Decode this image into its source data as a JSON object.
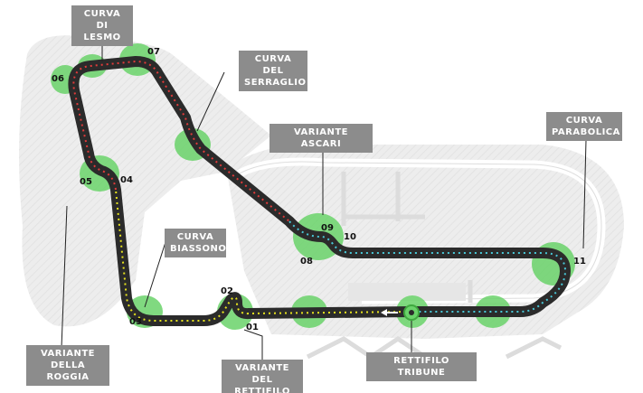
{
  "map": {
    "corner_labels": [
      {
        "line1": "CURVA DI",
        "line2": "LESMO"
      },
      {
        "line1": "CURVA DEL",
        "line2": "SERRAGLIO"
      },
      {
        "line1": "VARIANTE  ASCARI",
        "line2": ""
      },
      {
        "line1": "CURVA",
        "line2": "PARABOLICA"
      },
      {
        "line1": "CURVA",
        "line2": "BIASSONO"
      },
      {
        "line1": "VARIANTE",
        "line2": "DELLA ROGGIA"
      },
      {
        "line1": "VARIANTE DEL",
        "line2": "RETTIFILO"
      },
      {
        "line1": "RETTIFILO TRIBUNE",
        "line2": ""
      }
    ],
    "turns": [
      "01",
      "02",
      "03",
      "04",
      "05",
      "06",
      "07",
      "08",
      "09",
      "10",
      "11"
    ],
    "colors": {
      "track": "#2b2b2b",
      "corner_green": "#6ad36a",
      "sector_red": "#e03a3a",
      "sector_cyan": "#49c8d8",
      "sector_yellow": "#e6e21e",
      "label_bg": "#8c8c8c",
      "background_area": "#eeeeee"
    }
  }
}
